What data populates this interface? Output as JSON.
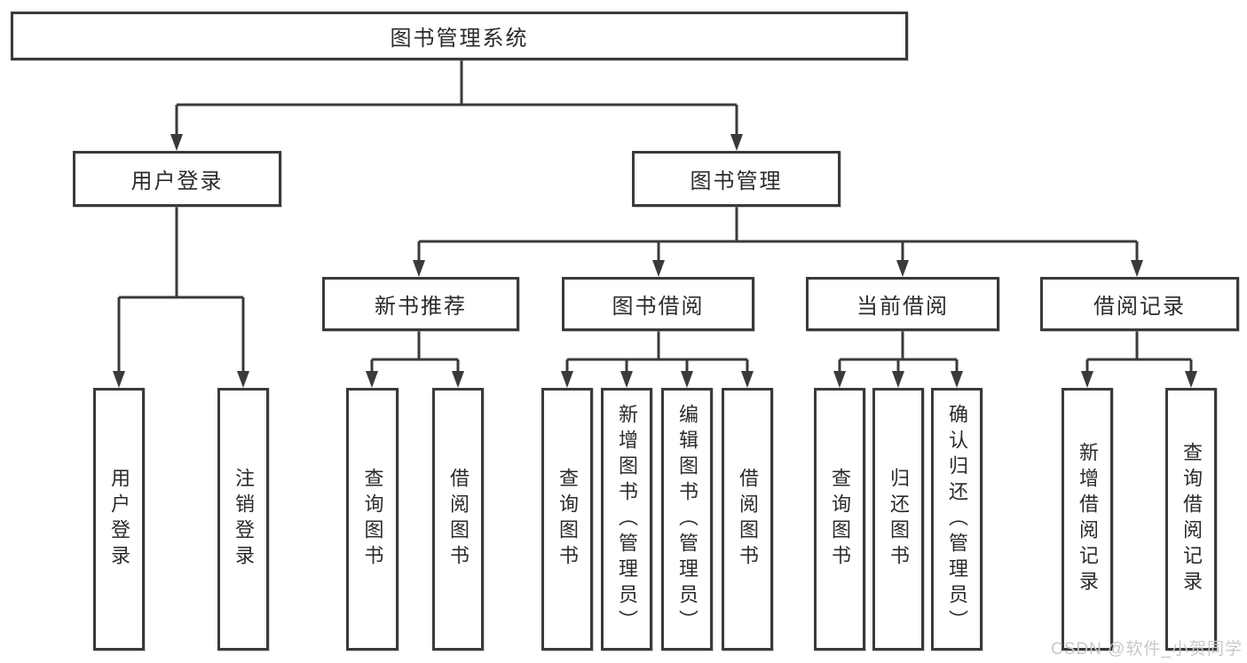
{
  "diagram": {
    "root": "图书管理系统",
    "level2": [
      {
        "label": "用户登录",
        "children": [
          "用户登录",
          "注销登录"
        ]
      },
      {
        "label": "图书管理",
        "sections": [
          {
            "label": "新书推荐",
            "children": [
              "查询图书",
              "借阅图书"
            ]
          },
          {
            "label": "图书借阅",
            "children": [
              "查询图书",
              "新增图书（管理员）",
              "编辑图书（管理员）",
              "借阅图书"
            ]
          },
          {
            "label": "当前借阅",
            "children": [
              "查询图书",
              "归还图书",
              "确认归还（管理员）"
            ]
          },
          {
            "label": "借阅记录",
            "children": [
              "新增借阅记录",
              "查询借阅记录"
            ]
          }
        ]
      }
    ],
    "watermark": "CSDN @软件_小贺同学",
    "colors": {
      "line": "#3a3a3a",
      "text": "#2b2b2b",
      "watermark": "#c9c9c9",
      "background": "#ffffff"
    }
  }
}
